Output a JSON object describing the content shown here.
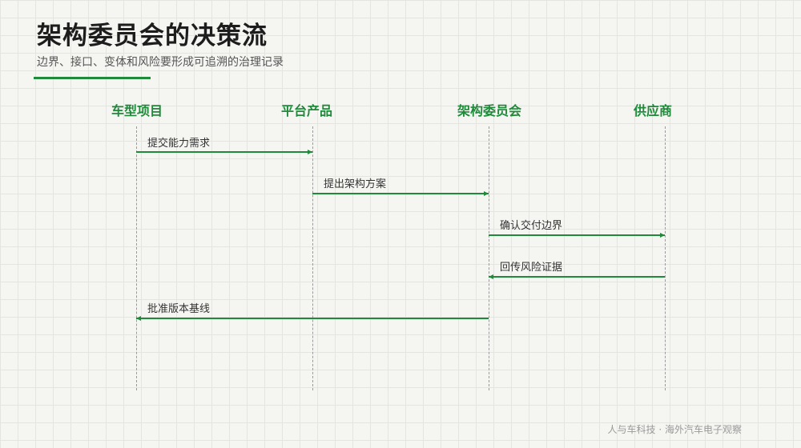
{
  "page": {
    "title": "架构委员会的决策流",
    "subtitle": "边界、接口、变体和风险要形成可追溯的治理记录",
    "footer": "人与车科技 · 海外汽车电子观察"
  },
  "colors": {
    "accent": "#1f8a3a",
    "lifeline": "#9a9a9a"
  },
  "diagram": {
    "type": "sequence",
    "actors": [
      {
        "id": "vehicle",
        "label": "车型项目"
      },
      {
        "id": "platform",
        "label": "平台产品"
      },
      {
        "id": "committee",
        "label": "架构委员会"
      },
      {
        "id": "supplier",
        "label": "供应商"
      }
    ],
    "messages": [
      {
        "from": 0,
        "to": 1,
        "label": "提交能力需求"
      },
      {
        "from": 1,
        "to": 2,
        "label": "提出架构方案"
      },
      {
        "from": 2,
        "to": 3,
        "label": "确认交付边界"
      },
      {
        "from": 3,
        "to": 2,
        "label": "回传风险证据"
      },
      {
        "from": 2,
        "to": 0,
        "label": "批准版本基线"
      }
    ]
  }
}
